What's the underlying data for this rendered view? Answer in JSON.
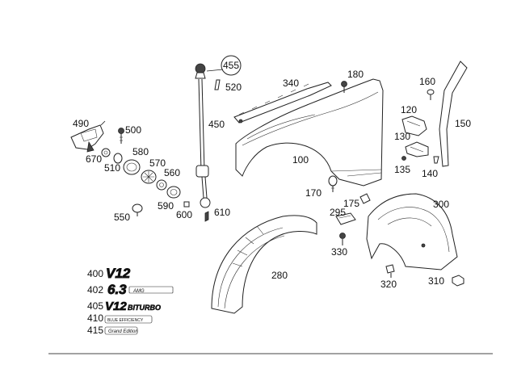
{
  "callouts": {
    "c455": "455",
    "c520": "520",
    "c450": "450",
    "c490": "490",
    "c500": "500",
    "c670": "670",
    "c510": "510",
    "c580": "580",
    "c570": "570",
    "c560": "560",
    "c590": "590",
    "c600": "600",
    "c610": "610",
    "c550": "550",
    "c340": "340",
    "c180": "180",
    "c100": "100",
    "c170": "170",
    "c175": "175",
    "c295": "295",
    "c330": "330",
    "c280": "280",
    "c160": "160",
    "c120": "120",
    "c150": "150",
    "c130": "130",
    "c135": "135",
    "c140": "140",
    "c300": "300",
    "c320": "320",
    "c310": "310"
  },
  "emblems": [
    {
      "number": "400",
      "text": "V12"
    },
    {
      "number": "402",
      "text": "6.3",
      "badge": "AMG"
    },
    {
      "number": "405",
      "text": "V12",
      "suffix": "BITURBO"
    },
    {
      "number": "410",
      "badge": "BLUE EFFICIENCY"
    },
    {
      "number": "415",
      "badge": "Grand Edition"
    }
  ]
}
